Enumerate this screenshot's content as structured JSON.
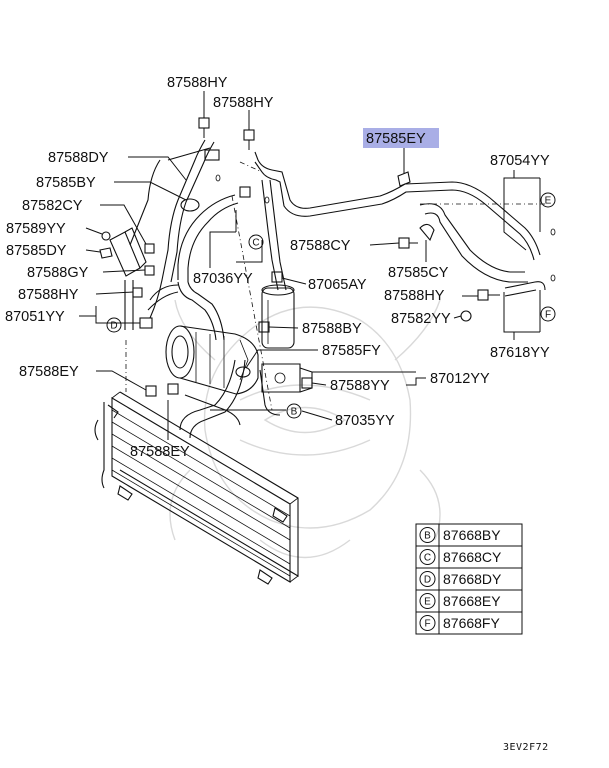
{
  "labels": {
    "l_87588HY_a": "87588HY",
    "l_87588HY_b": "87588HY",
    "l_87588DY": "87588DY",
    "l_87585BY": "87585BY",
    "l_87582CY": "87582CY",
    "l_87589YY": "87589YY",
    "l_87585DY": "87585DY",
    "l_87588GY": "87588GY",
    "l_87588HY_c": "87588HY",
    "l_87051YY": "87051YY",
    "l_87588EY_a": "87588EY",
    "l_87588EY_b": "87588EY",
    "l_87585EY": "87585EY",
    "l_87054YY": "87054YY",
    "l_87588CY": "87588CY",
    "l_87585CY": "87585CY",
    "l_87036YY": "87036YY",
    "l_87065AY": "87065AY",
    "l_87588HY_d": "87588HY",
    "l_87582YY": "87582YY",
    "l_87588BY": "87588BY",
    "l_87618YY": "87618YY",
    "l_87585FY": "87585FY",
    "l_87588YY": "87588YY",
    "l_87012YY": "87012YY",
    "l_87035YY": "87035YY"
  },
  "callouts": {
    "B": "B",
    "C": "C",
    "D": "D",
    "E": "E",
    "F": "F"
  },
  "legend": [
    {
      "letter": "B",
      "code": "87668BY"
    },
    {
      "letter": "C",
      "code": "87668CY"
    },
    {
      "letter": "D",
      "code": "87668DY"
    },
    {
      "letter": "E",
      "code": "87668EY"
    },
    {
      "letter": "F",
      "code": "87668FY"
    }
  ],
  "highlight_color": "#a9aee6",
  "diagram_code": "3EV2F72"
}
